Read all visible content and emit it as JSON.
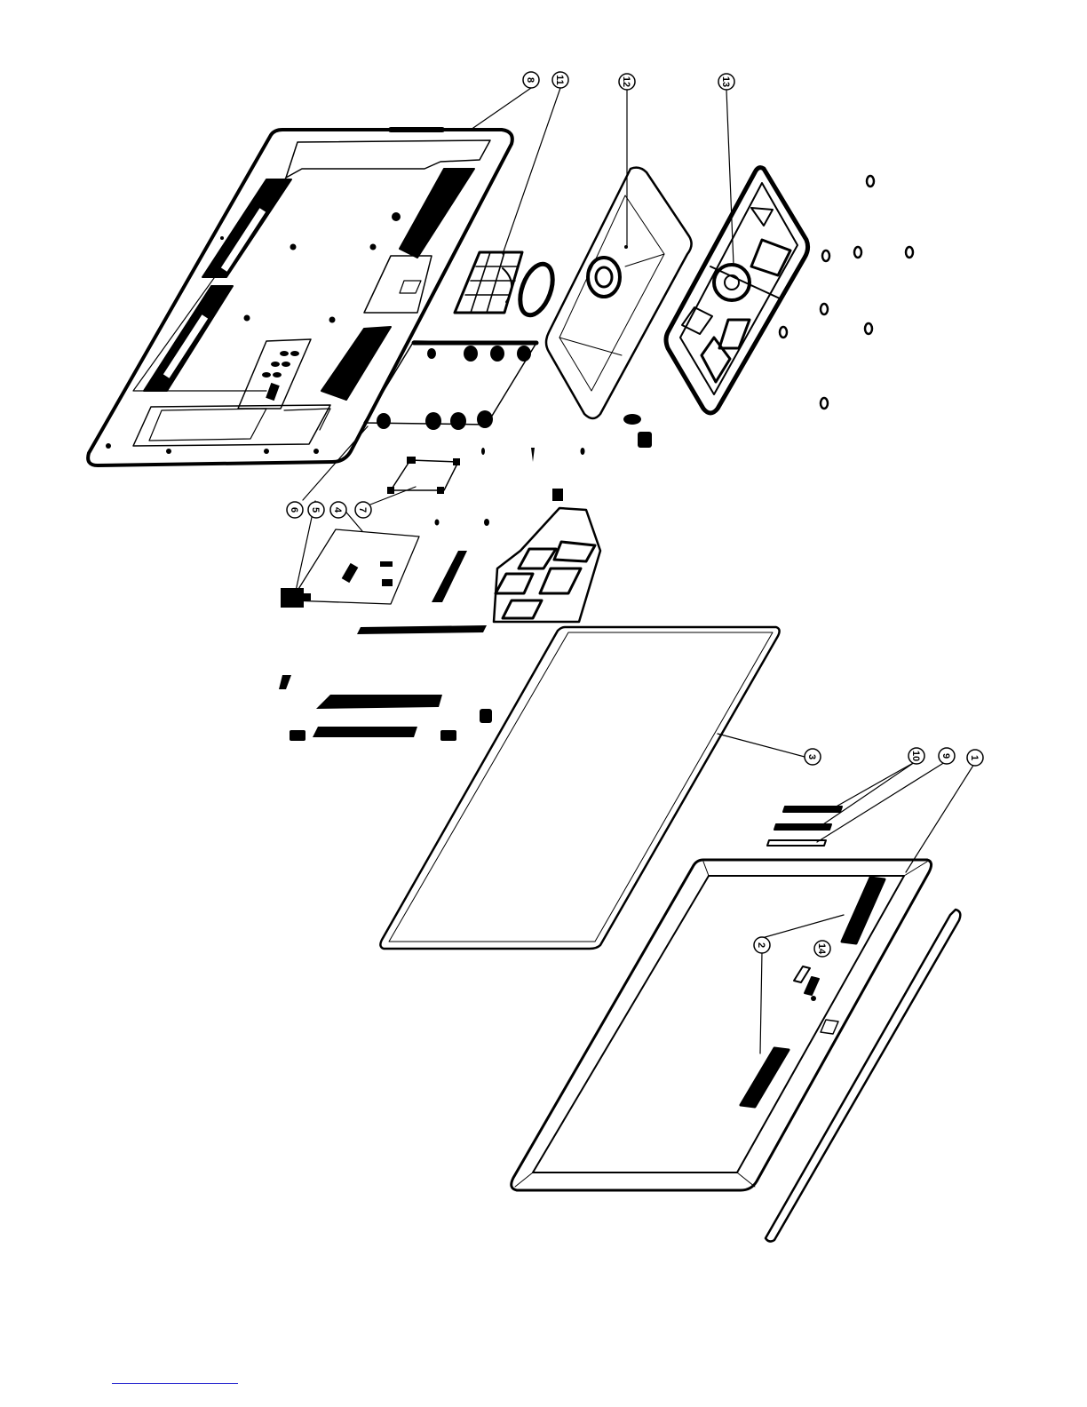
{
  "figure": {
    "kind": "exploded-parts-view",
    "line_color": "#000000",
    "background": "#ffffff",
    "footer_rule_color": "#2a2ad0"
  },
  "callouts": {
    "c1a": "1",
    "c2": "2",
    "c3": "3",
    "c4": "4",
    "c5": "5",
    "c6": "6",
    "c7": "7",
    "c8": "8",
    "c9": "9",
    "c10": "10",
    "c11": "11",
    "c12": "12",
    "c13": "13",
    "c14": "14"
  }
}
